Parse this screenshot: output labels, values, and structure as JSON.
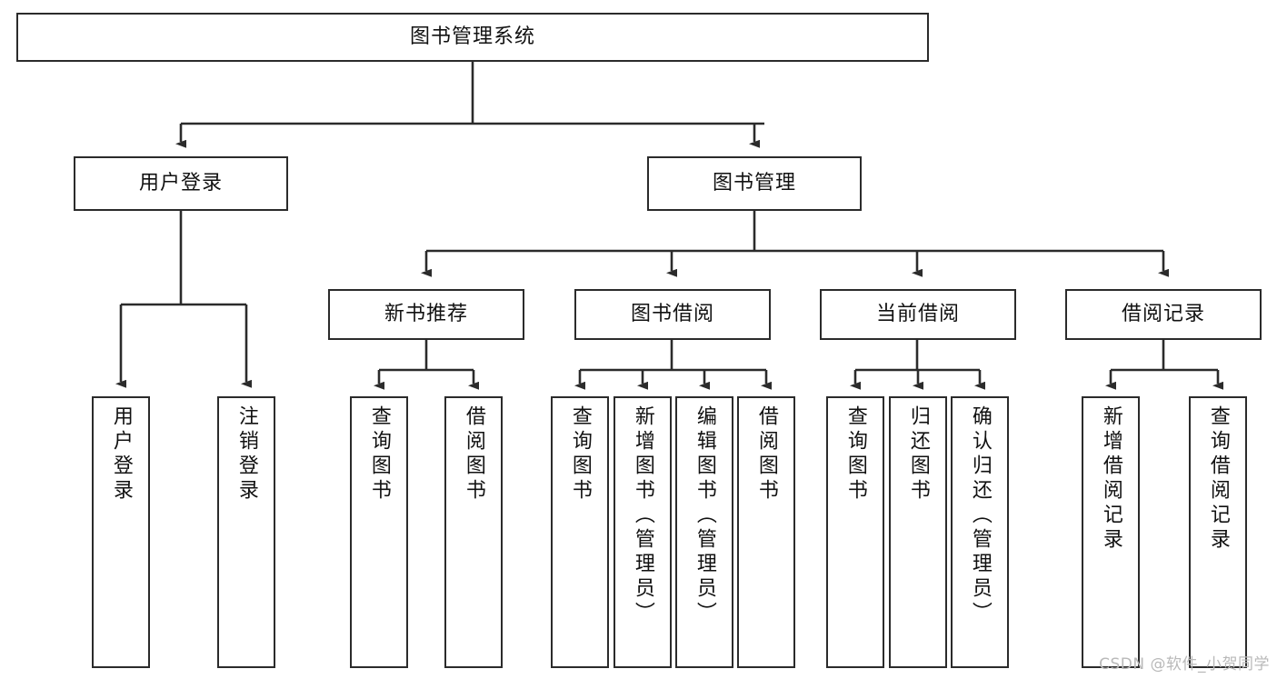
{
  "diagram": {
    "title": "图书管理系统",
    "watermark": "CSDN @软件_小贺同学",
    "colors": {
      "background": "#ffffff",
      "stroke": "#2b2b2b",
      "text": "#111111",
      "watermark": "#b9b9b9"
    },
    "root": {
      "label": "图书管理系统"
    },
    "level2": [
      {
        "label": "用户登录"
      },
      {
        "label": "图书管理"
      }
    ],
    "level3": [
      {
        "label": "新书推荐"
      },
      {
        "label": "图书借阅"
      },
      {
        "label": "当前借阅"
      },
      {
        "label": "借阅记录"
      }
    ],
    "leaves": {
      "user_login": [
        {
          "label": "用户登录"
        },
        {
          "label": "注销登录"
        }
      ],
      "new_book": [
        {
          "label": "查询图书"
        },
        {
          "label": "借阅图书"
        }
      ],
      "book_borrow": [
        {
          "label": "查询图书"
        },
        {
          "label": "新增图书（管理员）"
        },
        {
          "label": "编辑图书（管理员）"
        },
        {
          "label": "借阅图书"
        }
      ],
      "current_borrow": [
        {
          "label": "查询图书"
        },
        {
          "label": "归还图书"
        },
        {
          "label": "确认归还（管理员）"
        }
      ],
      "borrow_record": [
        {
          "label": "新增借阅记录"
        },
        {
          "label": "查询借阅记录"
        }
      ]
    }
  }
}
